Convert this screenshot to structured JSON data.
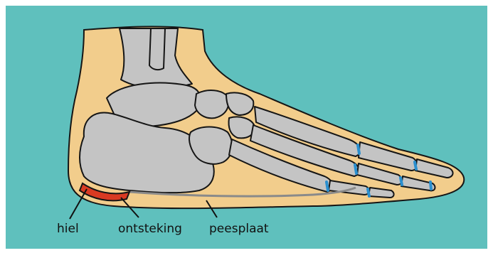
{
  "labels": {
    "heel": "hiel",
    "inflammation": "ontsteking",
    "plantar_fascia": "peesplaat"
  },
  "colors": {
    "background": "#5fc0bd",
    "skin": "#f2cd8c",
    "bone": "#c4c4c4",
    "bone_outline": "#151515",
    "inflammation": "#d93a22",
    "joint_highlight": "#2a8fcf",
    "fascia_line": "#8a8a8a"
  }
}
